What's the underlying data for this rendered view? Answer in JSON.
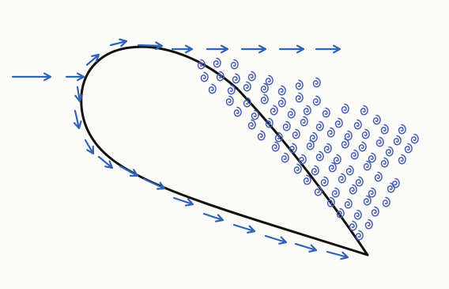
{
  "diagram": {
    "subject": "airfoil-flow-separation",
    "colors": {
      "paper": "#fbfbf8",
      "outline": "#111111",
      "flow_arrow": "#2f63b8",
      "vortex": "#4a5fb4"
    },
    "icons": {
      "flow_arrow": "right-arrow-icon",
      "vortex": "spiral-vortex-icon"
    },
    "elements": {
      "airfoil": "airfoil-outline",
      "freestream": "free-stream-arrow",
      "upper_flow": "upper-surface-flow-arrows",
      "lower_flow": "lower-surface-flow-arrows",
      "wake": "separated-wake-vortices"
    }
  }
}
